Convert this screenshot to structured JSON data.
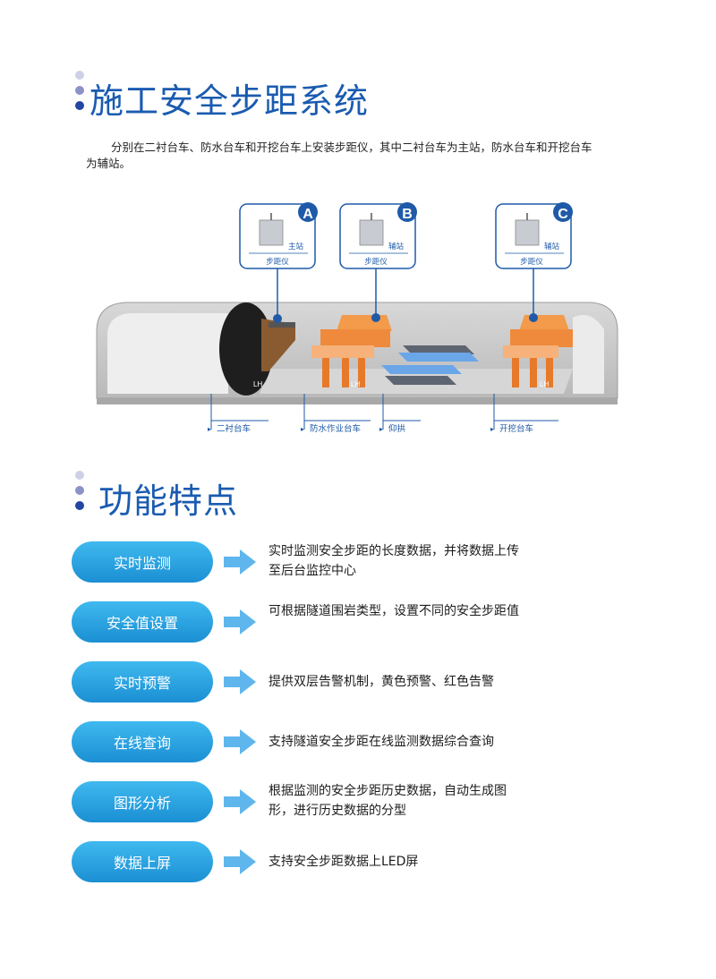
{
  "section1": {
    "title": "施工安全步距系统",
    "intro": "分别在二衬台车、防水台车和开挖台车上安装步距仪，其中二衬台车为主站，防水台车和开挖台车为辅站。"
  },
  "diagram": {
    "devices": [
      {
        "letter": "A",
        "role": "主站",
        "name": "步距仪"
      },
      {
        "letter": "B",
        "role": "辅站",
        "name": "步距仪"
      },
      {
        "letter": "C",
        "role": "辅站",
        "name": "步距仪"
      }
    ],
    "bottom_labels": [
      "二衬台车",
      "防水作业台车",
      "仰拱",
      "开挖台车"
    ],
    "trolley_marks": [
      "LH",
      "LH",
      "LH"
    ],
    "colors": {
      "accent": "#1a5bb0",
      "badge": "#1f5aa8",
      "trolley": "#ef8a3c",
      "tunnel": "#c9c9c9"
    }
  },
  "section2": {
    "title": "功能特点",
    "features": [
      {
        "label": "实时监测",
        "desc": "实时监测安全步距的长度数据，并将数据上传至后台监控中心"
      },
      {
        "label": "安全值设置",
        "desc": "可根据隧道围岩类型，设置不同的安全步距值"
      },
      {
        "label": "实时预警",
        "desc": "提供双层告警机制，黄色预警、红色告警"
      },
      {
        "label": "在线查询",
        "desc": "支持隧道安全步距在线监测数据综合查询"
      },
      {
        "label": "图形分析",
        "desc": "根据监测的安全步距历史数据，自动生成图形，进行历史数据的分型"
      },
      {
        "label": "数据上屏",
        "desc": "支持安全步距数据上LED屏"
      }
    ]
  }
}
